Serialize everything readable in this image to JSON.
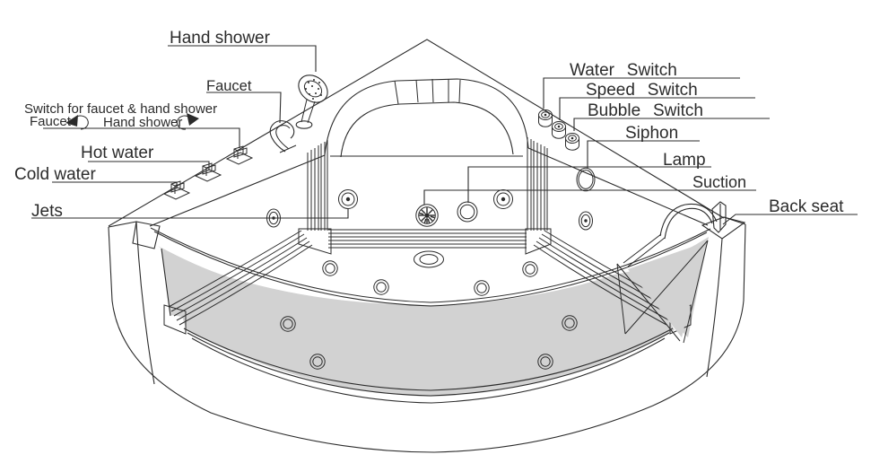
{
  "figure": {
    "kind": "line-drawing parts diagram",
    "subject": "corner whirlpool bathtub, labeled parts",
    "background_color": "#ffffff",
    "line_color": "#2b2b2b",
    "shade_color": "#d2d2d2"
  },
  "labels": {
    "hand_shower": "Hand shower",
    "faucet": "Faucet",
    "switch_title": "Switch for faucet & hand shower",
    "switch_faucet": "Faucet",
    "switch_hand_shower": "Hand shower",
    "hot_water": "Hot water",
    "cold_water": "Cold water",
    "jets": "Jets",
    "water_switch": "Water Switch",
    "speed_switch": "Speed Switch",
    "bubble_switch": "Bubble Switch",
    "siphon": "Siphon",
    "lamp": "Lamp",
    "suction": "Suction",
    "back_seat": "Back seat"
  },
  "icons": {
    "faucet_rotation": "rotate-counterclockwise-arrow",
    "hand_shower_rotation": "rotate-clockwise-arrow"
  }
}
